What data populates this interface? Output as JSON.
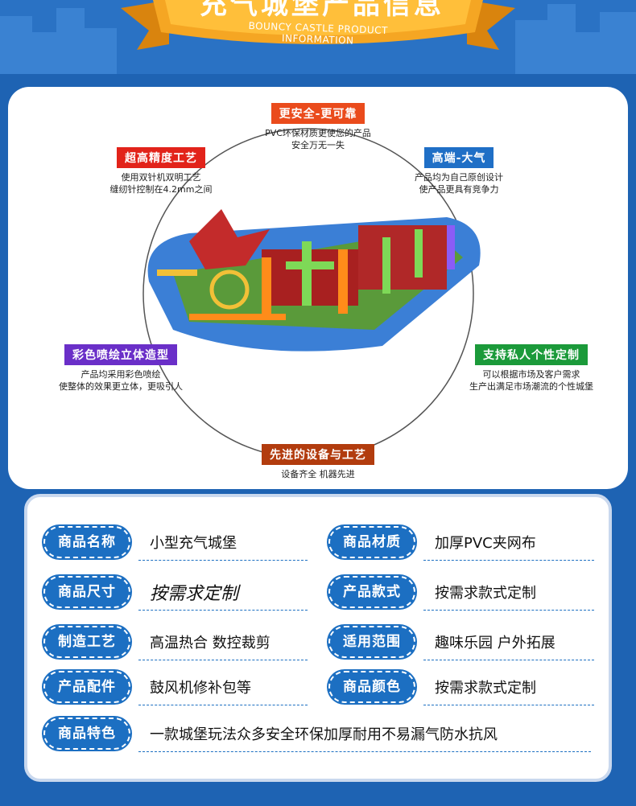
{
  "header": {
    "title": "充气城堡产品信息",
    "subtitle": "BOUNCY CASTLE PRODUCT INFORMATION"
  },
  "features": [
    {
      "tag": "更安全-更可靠",
      "color": "#ea4b1c",
      "desc": "PVC环保材质更使您的产品\n安全万无一失"
    },
    {
      "tag": "超高精度工艺",
      "color": "#e2231a",
      "desc": "使用双针机双明工艺\n缝纫针控制在4.2mm之间"
    },
    {
      "tag": "高端-大气",
      "color": "#1f6fc6",
      "desc": "产品均为自己原创设计\n使产品更具有竞争力"
    },
    {
      "tag": "彩色喷绘立体造型",
      "color": "#6a2fc8",
      "desc": "产品均采用彩色喷绘\n使整体的效果更立体，更吸引人"
    },
    {
      "tag": "支持私人个性定制",
      "color": "#1b9a3a",
      "desc": "可以根据市场及客户需求\n生产出满足市场潮流的个性城堡"
    },
    {
      "tag": "先进的设备与工艺",
      "color": "#b23c0e",
      "desc": "设备齐全 机器先进"
    }
  ],
  "specs": [
    {
      "label": "商品名称",
      "value": "小型充气城堡"
    },
    {
      "label": "商品材质",
      "value": "加厚PVC夹网布"
    },
    {
      "label": "商品尺寸",
      "value": "按需求定制"
    },
    {
      "label": "产品款式",
      "value": "按需求款式定制"
    },
    {
      "label": "制造工艺",
      "value": "高温热合 数控裁剪"
    },
    {
      "label": "适用范围",
      "value": "趣味乐园 户外拓展"
    },
    {
      "label": "产品配件",
      "value": "鼓风机修补包等"
    },
    {
      "label": "商品颜色",
      "value": "按需求款式定制"
    },
    {
      "label": "商品特色",
      "value": "一款城堡玩法众多安全环保加厚耐用不易漏气防水抗风"
    }
  ],
  "colors": {
    "background": "#1e63b3",
    "banner": "#f5a623",
    "pill": "#1c6fc2"
  }
}
